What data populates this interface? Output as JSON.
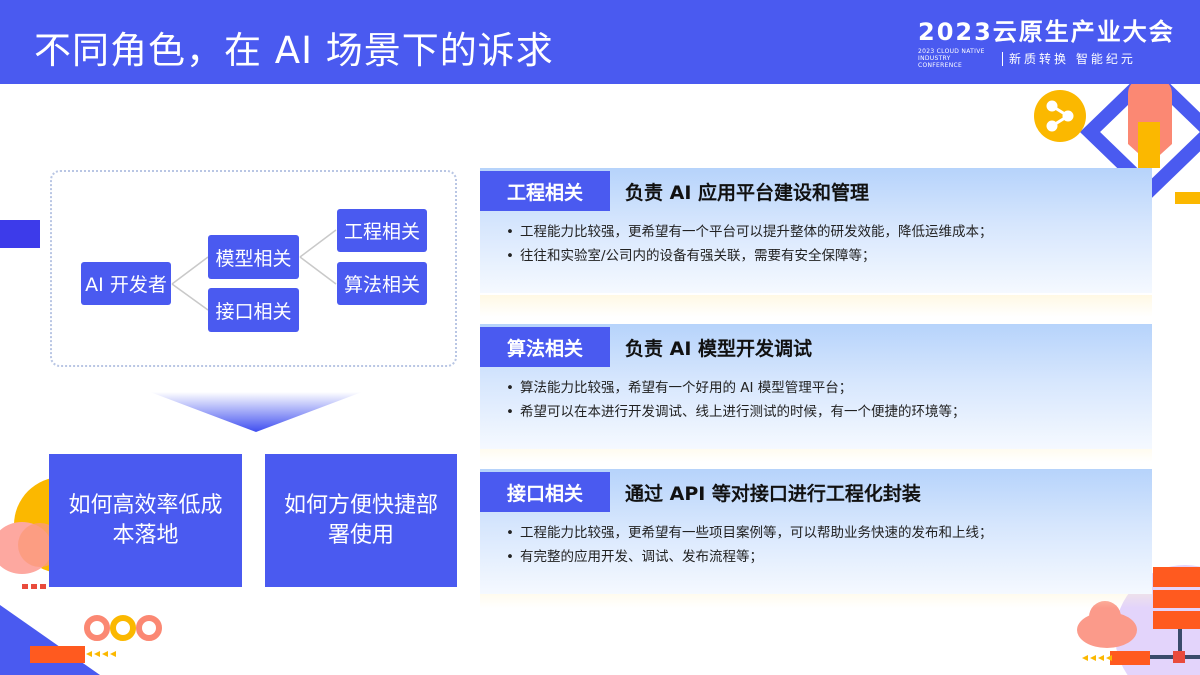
{
  "header": {
    "title": "不同角色，在 AI 场景下的诉求",
    "brand": {
      "main": "2023云原生产业大会",
      "en_line1": "2023 CLOUD NATIVE",
      "en_line2": "INDUSTRY CONFERENCE",
      "slogan": "新质转换 智能纪元"
    }
  },
  "diagram": {
    "root": "AI 开发者",
    "level1": [
      "模型相关",
      "接口相关"
    ],
    "level2": [
      "工程相关",
      "算法相关"
    ]
  },
  "questions": [
    {
      "text": "如何高效率低成本落地"
    },
    {
      "text": "如何方便快捷部署使用"
    }
  ],
  "cards": [
    {
      "tag": "工程相关",
      "title": "负责 AI 应用平台建设和管理",
      "items": [
        "工程能力比较强，更希望有一个平台可以提升整体的研发效能，降低运维成本；",
        "往往和实验室/公司内的设备有强关联，需要有安全保障等；"
      ]
    },
    {
      "tag": "算法相关",
      "title": "负责 AI 模型开发调试",
      "items": [
        "算法能力比较强，希望有一个好用的 AI 模型管理平台；",
        "希望可以在本进行开发调试、线上进行测试的时候，有一个便捷的环境等；"
      ]
    },
    {
      "tag": "接口相关",
      "title": "通过 API 等对接口进行工程化封装",
      "items": [
        "工程能力比较强，更希望有一些项目案例等，可以帮助业务快速的发布和上线；",
        "有完整的应用开发、调试、发布流程等；"
      ]
    }
  ],
  "bullet": "•",
  "colors": {
    "primary": "#4a5af0",
    "accent_yellow": "#fbb800",
    "accent_coral": "#fb8873",
    "accent_orange": "#ff5a1f",
    "lavender": "#e3d4fb"
  }
}
